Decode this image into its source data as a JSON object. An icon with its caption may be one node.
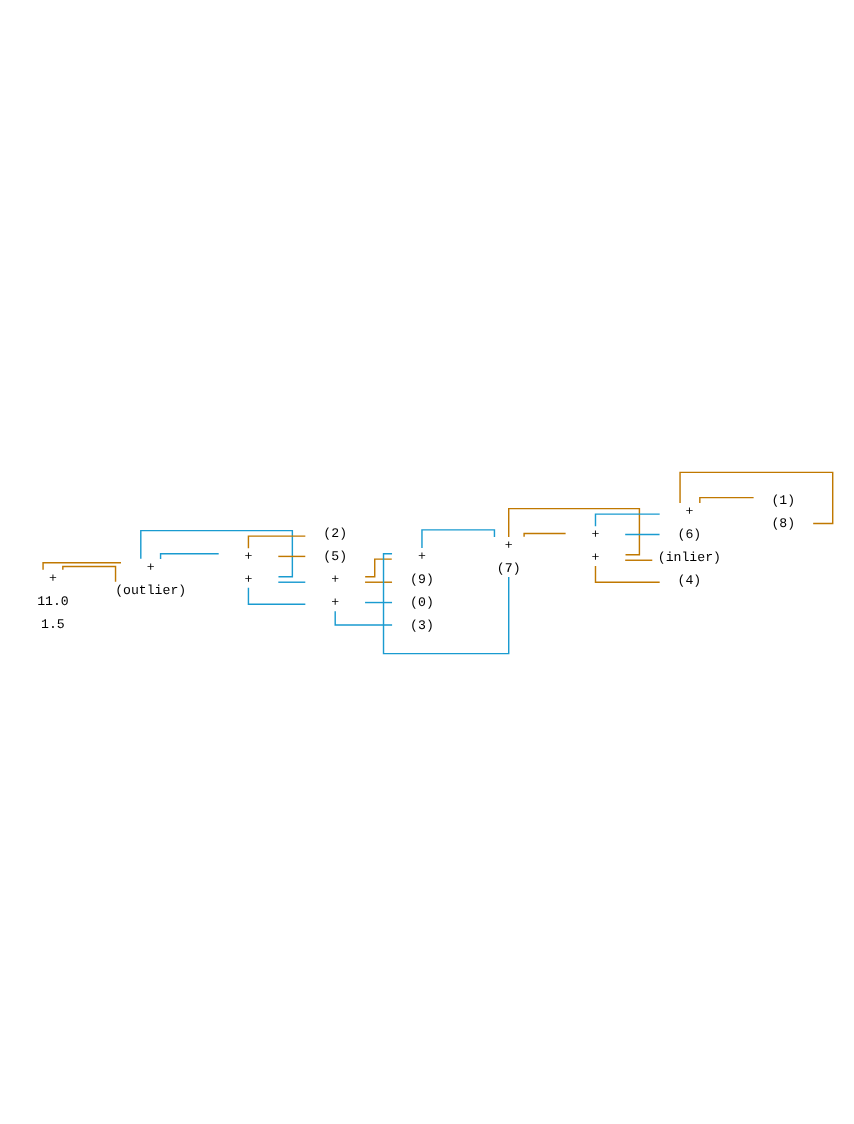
{
  "diagram": {
    "nodes": [
      {
        "text": [
          "+"
        ]
      },
      {
        "text": [
          "+"
        ]
      },
      {
        "text": [
          "+"
        ]
      },
      {
        "text": [
          "(2)"
        ]
      },
      {
        "text": [
          "(5)"
        ]
      },
      {
        "text": [
          "+"
        ]
      },
      {
        "text": [
          "+"
        ]
      },
      {
        "text": [
          "+"
        ]
      },
      {
        "text": [
          "+"
        ]
      },
      {
        "text": [
          "+"
        ]
      },
      {
        "text": [
          "+"
        ]
      },
      {
        "text": [
          "(1)"
        ]
      },
      {
        "text": [
          "(8)"
        ]
      },
      {
        "text": [
          "(6)"
        ]
      },
      {
        "text": [
          "+"
        ]
      },
      {
        "text": [
          "(inlier)"
        ]
      },
      {
        "text": [
          "(4)"
        ]
      },
      {
        "text": [
          "(7)"
        ]
      },
      {
        "text": [
          "(9)"
        ]
      },
      {
        "text": [
          "+"
        ]
      },
      {
        "text": [
          "(0)"
        ]
      },
      {
        "text": [
          "(3)"
        ]
      },
      {
        "text": [
          "(outlier)"
        ]
      }
    ],
    "edges": [
      {
        "from": 0,
        "to": 1,
        "arrow": "none"
      },
      {
        "from": 1,
        "to": 2,
        "arrow": "none",
        "color": "#1a9bd0"
      },
      {
        "from": 2,
        "to": 3,
        "arrow": "none"
      },
      {
        "from": 2,
        "to": 4,
        "arrow": "none"
      },
      {
        "from": 1,
        "to": 5,
        "arrow": "none",
        "color": "#1a9bd0"
      },
      {
        "from": 5,
        "to": 6,
        "arrow": "none",
        "color": "#1a9bd0"
      },
      {
        "from": 6,
        "to": 7,
        "arrow": "none"
      },
      {
        "from": 7,
        "to": 8,
        "arrow": "none",
        "color": "#1a9bd0"
      },
      {
        "from": 8,
        "to": 9,
        "arrow": "none"
      },
      {
        "from": 9,
        "to": 10,
        "arrow": "none",
        "color": "#1a9bd0"
      },
      {
        "from": 10,
        "to": 11,
        "arrow": "none"
      },
      {
        "from": 10,
        "to": 12,
        "arrow": "none"
      },
      {
        "from": 9,
        "to": 13,
        "arrow": "none",
        "color": "#1a9bd0"
      },
      {
        "from": 8,
        "to": 14,
        "arrow": "none"
      },
      {
        "from": 14,
        "to": 15,
        "arrow": "none"
      },
      {
        "from": 14,
        "to": 16,
        "arrow": "none"
      },
      {
        "from": 7,
        "to": 17,
        "arrow": "none",
        "color": "#1a9bd0"
      },
      {
        "from": 6,
        "to": 18,
        "arrow": "none"
      },
      {
        "from": 5,
        "to": 19,
        "arrow": "none",
        "color": "#1a9bd0"
      },
      {
        "from": 19,
        "to": 20,
        "arrow": "none",
        "color": "#1a9bd0"
      },
      {
        "from": 19,
        "to": 21,
        "arrow": "none",
        "color": "#1a9bd0"
      },
      {
        "from": 0,
        "to": 22,
        "arrow": "none"
      }
    ],
    "labels": [
      "1.5",
      "11.0"
    ]
  }
}
